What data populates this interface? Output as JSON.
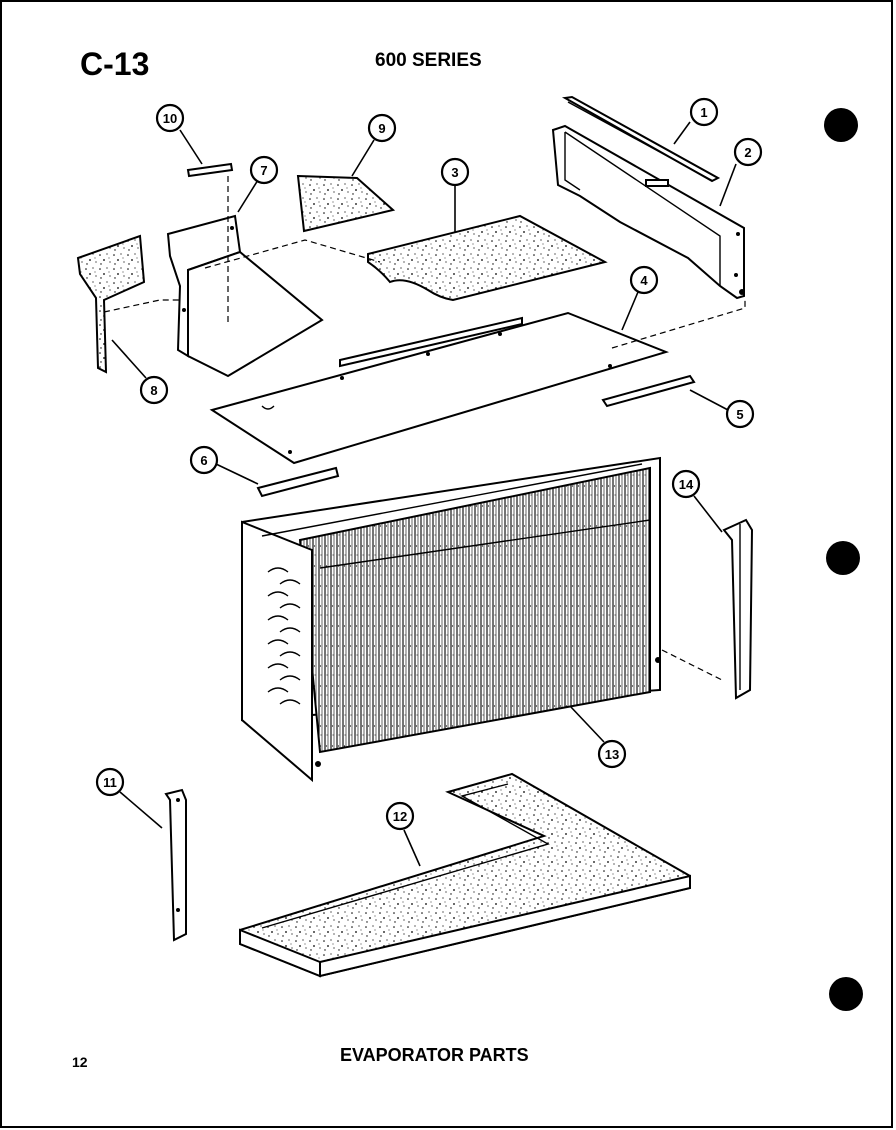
{
  "page": {
    "code": "C-13",
    "series": "600 SERIES",
    "footer_title": "EVAPORATOR PARTS",
    "page_number": "12"
  },
  "callouts": [
    {
      "num": "1"
    },
    {
      "num": "2"
    },
    {
      "num": "3"
    },
    {
      "num": "4"
    },
    {
      "num": "5"
    },
    {
      "num": "6"
    },
    {
      "num": "7"
    },
    {
      "num": "8"
    },
    {
      "num": "9"
    },
    {
      "num": "10"
    },
    {
      "num": "11"
    },
    {
      "num": "12"
    },
    {
      "num": "13"
    },
    {
      "num": "14"
    }
  ],
  "colors": {
    "ink": "#000000",
    "paper": "#ffffff"
  }
}
